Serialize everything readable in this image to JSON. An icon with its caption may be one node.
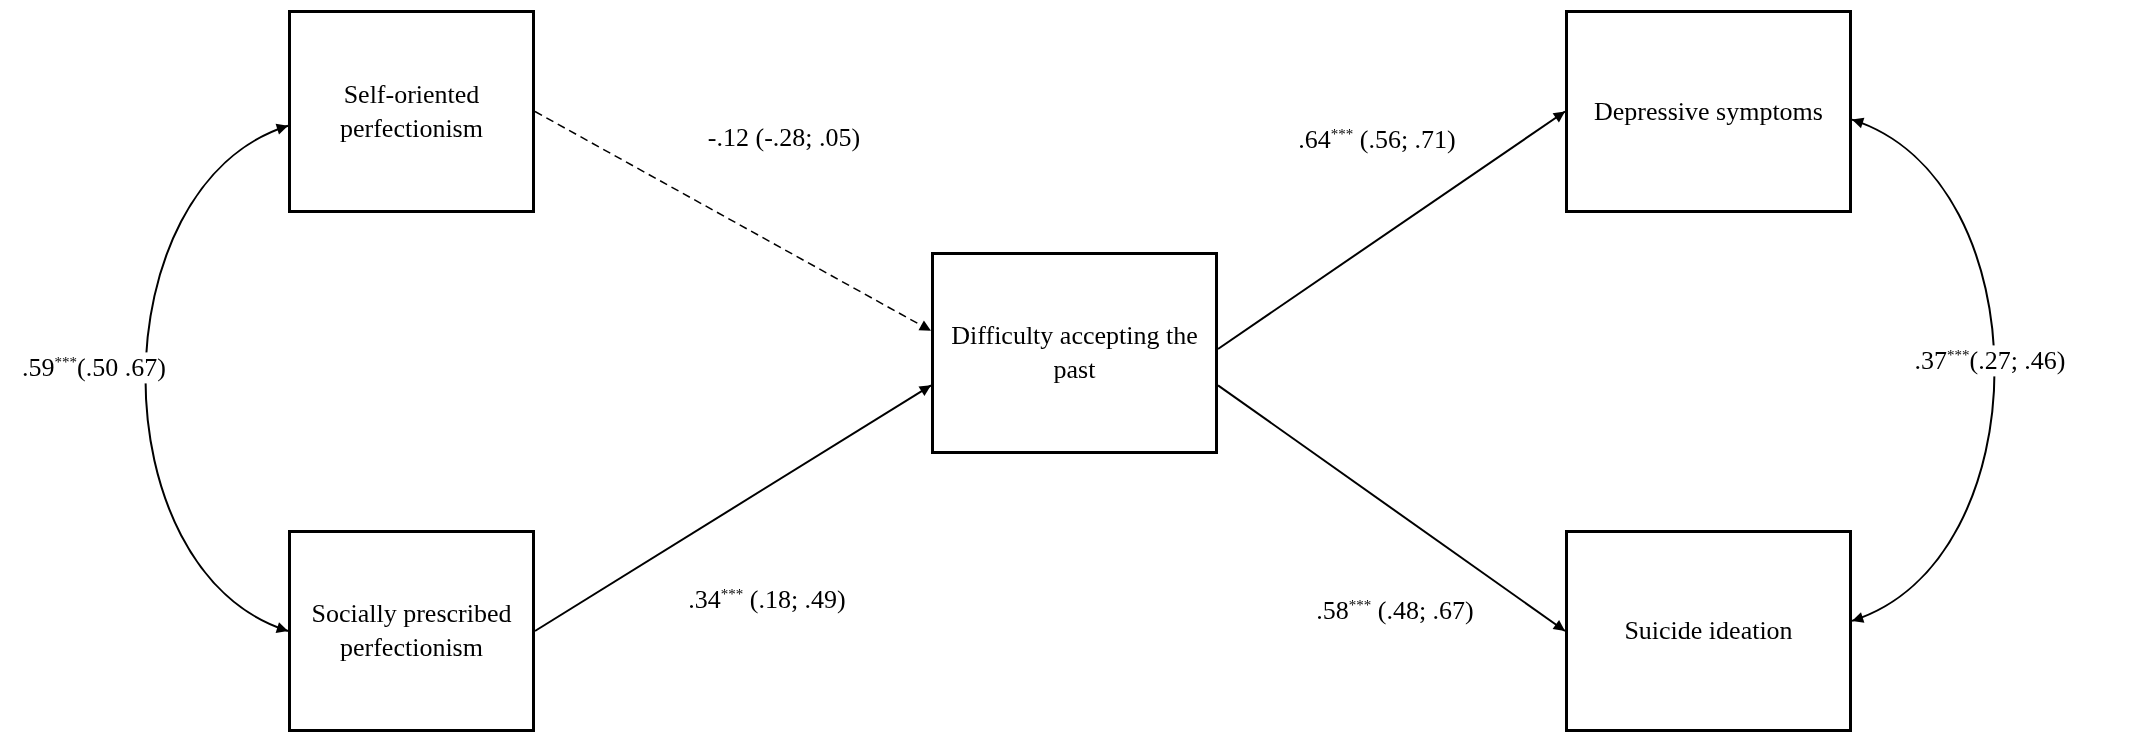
{
  "diagram": {
    "nodes": [
      {
        "text": [
          "Self-oriented perfectionism"
        ]
      },
      {
        "text": [
          "Socially prescribed perfectionism"
        ]
      },
      {
        "text": [
          "Difficulty accepting the past"
        ]
      },
      {
        "text": [
          "Depressive symptoms"
        ]
      },
      {
        "text": [
          "Suicide ideation"
        ]
      }
    ],
    "edges": [
      {
        "from": 0,
        "to": 2,
        "arrow": "to",
        "style": "dashed",
        "label": "-.12 (-.28; .05)"
      },
      {
        "from": 1,
        "to": 2,
        "arrow": "to",
        "label": ".34$^{***}$ (.18; .49)"
      },
      {
        "from": 2,
        "to": 3,
        "arrow": "to",
        "label": ".64$^{***}$ (.56; .71)"
      },
      {
        "from": 2,
        "to": 4,
        "arrow": "to",
        "label": ".58$^{***}$ (.48; .67)"
      },
      {
        "from": 0,
        "to": 1,
        "arrow": "both",
        "label": ".59$^{***}$(.50 .67)"
      },
      {
        "from": 3,
        "to": 4,
        "arrow": "both",
        "label": ".37$^{***}$(.27; .46)"
      }
    ]
  }
}
